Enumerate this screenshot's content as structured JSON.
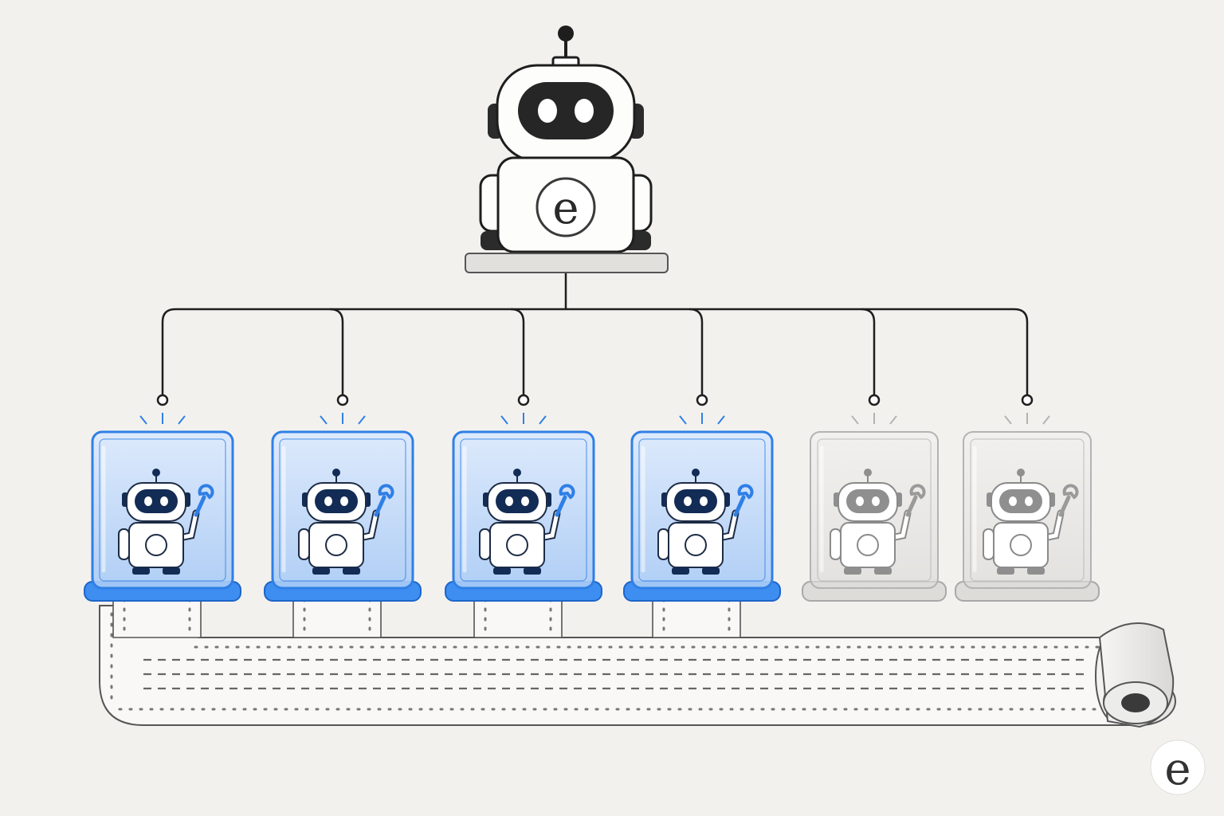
{
  "orchestrator": {
    "emblem_letter": "e",
    "role": "orchestrator"
  },
  "workers": [
    {
      "state": "active"
    },
    {
      "state": "active"
    },
    {
      "state": "active"
    },
    {
      "state": "active"
    },
    {
      "state": "idle"
    },
    {
      "state": "idle"
    }
  ],
  "tape": {
    "kind": "paper-roll"
  },
  "corner_logo": {
    "letter": "e"
  },
  "colors": {
    "background": "#f3f1ee",
    "ink": "#1e1e1e",
    "active_blue": "#2f7fe6",
    "active_fill": "#cfe2fb",
    "active_dark": "#153b7a",
    "idle_gray": "#b3b3b3",
    "idle_fill": "#ecebea",
    "paper": "#f9f8f6"
  }
}
